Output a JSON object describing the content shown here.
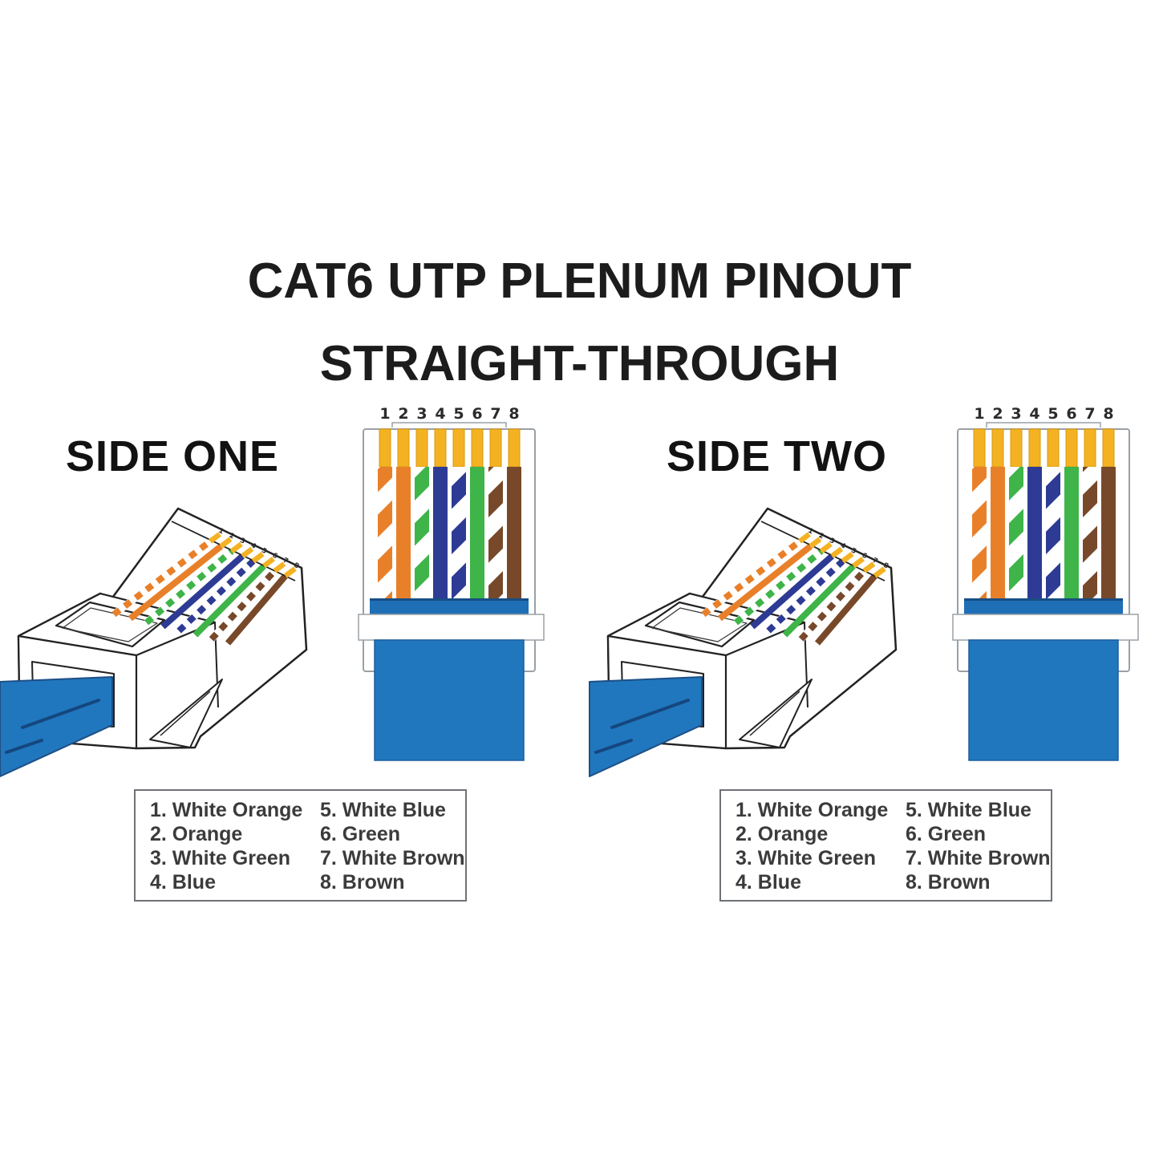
{
  "title": {
    "line1": "CAT6 UTP PLENUM PINOUT",
    "line2": "STRAIGHT-THROUGH"
  },
  "side_one": {
    "label": "SIDE ONE"
  },
  "side_two": {
    "label": "SIDE TWO"
  },
  "pins": [
    "1",
    "2",
    "3",
    "4",
    "5",
    "6",
    "7",
    "8"
  ],
  "legend": {
    "col1": [
      "1. White Orange",
      "2. Orange",
      "3. White Green",
      "4. Blue"
    ],
    "col2": [
      "5. White Blue",
      "6. Green",
      "7. White Brown",
      "8. Brown"
    ]
  },
  "wire_order": [
    "White Orange",
    "Orange",
    "White Green",
    "Blue",
    "White Blue",
    "Green",
    "White Brown",
    "Brown"
  ],
  "colors": {
    "orange": "#E8802A",
    "green": "#3EB449",
    "blue": "#2E3B94",
    "brown": "#77492A",
    "gold": "#F4B223",
    "gold_edge": "#D6990E",
    "cable_blue": "#2077BE",
    "jacket_blue": "#1E6FB5",
    "jacket_edge": "#174E85",
    "cable_line": "#14477F",
    "outline": "#222222"
  }
}
